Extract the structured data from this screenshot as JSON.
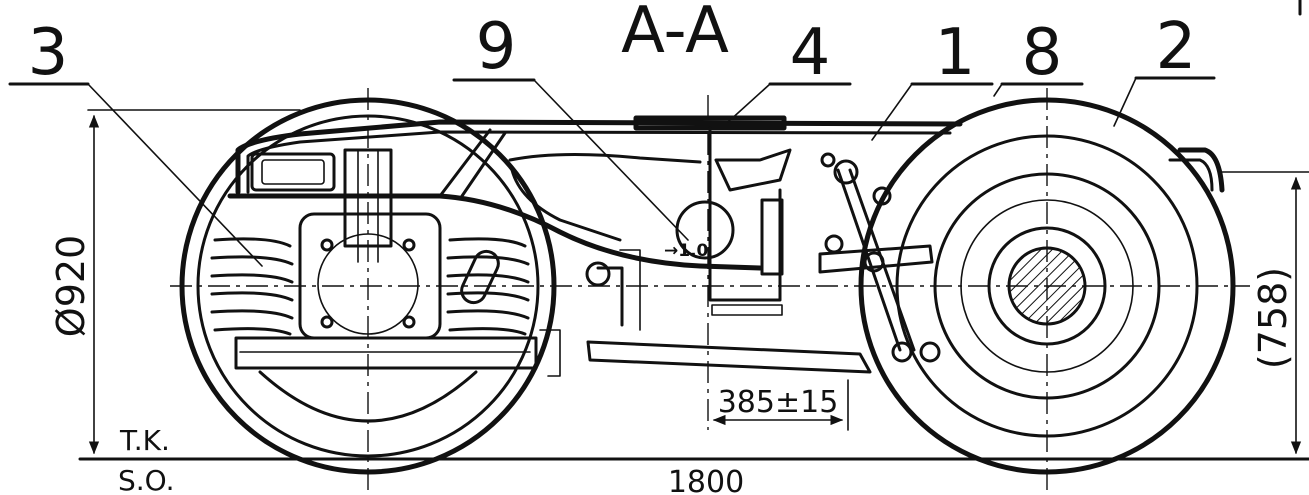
{
  "section_title": "A-A",
  "callouts": {
    "c1": "1",
    "c2": "2",
    "c3": "3",
    "c4": "4",
    "c8": "8",
    "c9": "9"
  },
  "dimensions": {
    "wheel_diameter": "Ø920",
    "height_ref": "(758)",
    "offset": "385±15",
    "wheelbase": "1800",
    "plate_marker": "→1.0"
  },
  "rail_labels": {
    "top": "T.K.",
    "bottom": "S.O."
  }
}
